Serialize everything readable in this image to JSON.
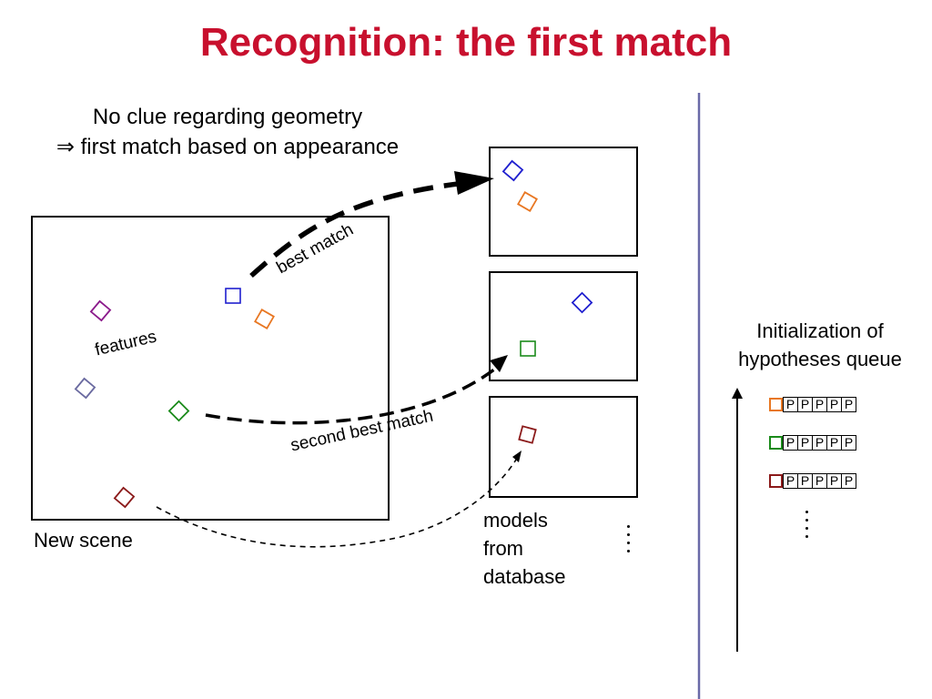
{
  "title": "Recognition: the first match",
  "subtitle": {
    "line1": "No clue regarding geometry",
    "line2": "⇒ first match based on appearance"
  },
  "scene": {
    "label": "New scene",
    "features_label": "features"
  },
  "arrows": {
    "best_match": "best match",
    "second_best_match": "second best match"
  },
  "models": {
    "label_line1": "models",
    "label_line2": "from",
    "label_line3": "database"
  },
  "queue": {
    "title_line1": "Initialization of",
    "title_line2": "hypotheses queue",
    "cell_label": "P",
    "rows": [
      {
        "color": "#e87722",
        "cells": [
          "P",
          "P",
          "P",
          "P",
          "P"
        ]
      },
      {
        "color": "#1a8a1a",
        "cells": [
          "P",
          "P",
          "P",
          "P",
          "P"
        ]
      },
      {
        "color": "#8b1a1a",
        "cells": [
          "P",
          "P",
          "P",
          "P",
          "P"
        ]
      }
    ]
  },
  "colors": {
    "title": "#c8102e",
    "blue": "#1f1fcf",
    "orange": "#e87722",
    "purple": "#8b1a8b",
    "slate": "#6a6aa0",
    "green": "#1a8a1a",
    "darkred": "#8b1a1a",
    "divider": "#6a6aa8"
  }
}
